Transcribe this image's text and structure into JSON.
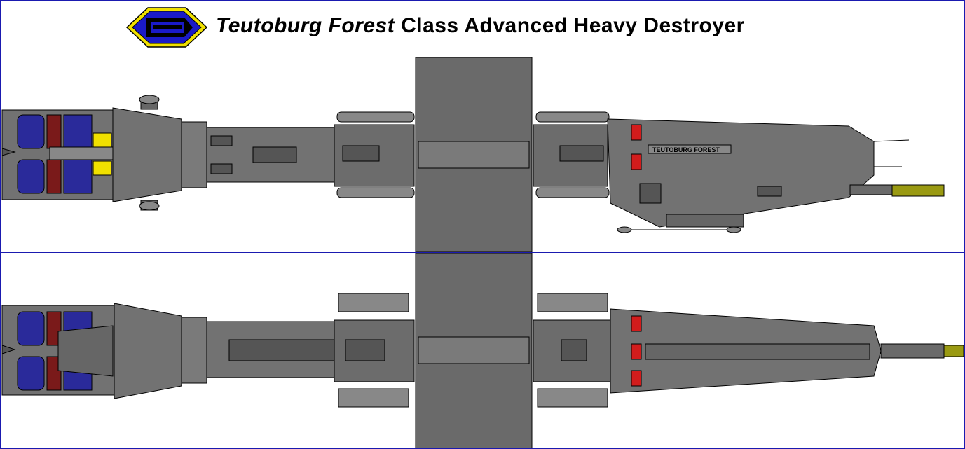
{
  "title": {
    "ship_name": "Teutoburg Forest",
    "class_text": "Class Advanced Heavy Destroyer"
  },
  "hull_marking": "TEUTOBURG FOREST",
  "icons": {
    "emblem": "earthforce-logo-icon"
  },
  "colors": {
    "hull": "#727272",
    "hull_dark": "#555555",
    "outline": "#000000",
    "engine_blue": "#2a2a9a",
    "engine_red": "#7a1a1a",
    "light_red": "#d21c1c",
    "light_yellow": "#f0e000",
    "nose_olive": "#9a9a12",
    "border": "#1a1ab0",
    "logo_blue": "#1a1ac8",
    "logo_yellow": "#f0e000"
  }
}
